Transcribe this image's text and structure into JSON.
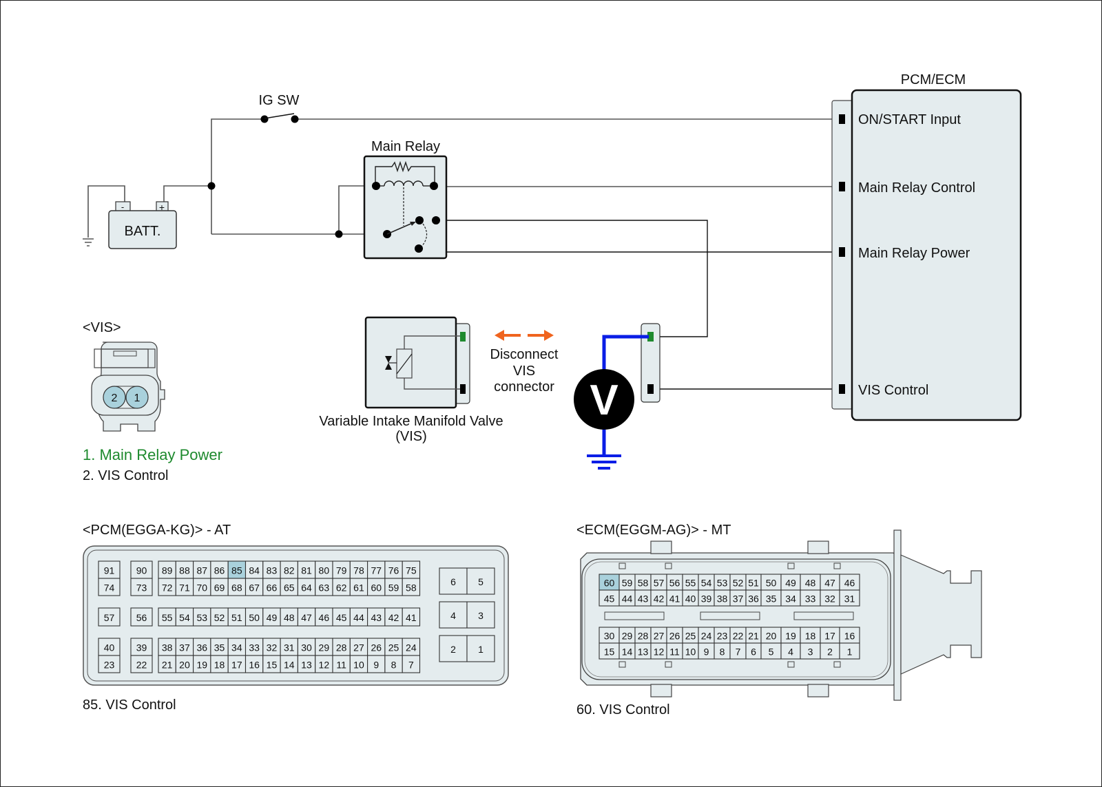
{
  "title": "VIS Circuit Diagram",
  "components": {
    "ig_switch": "IG SW",
    "battery": "BATT.",
    "battery_neg": "-",
    "battery_pos": "+",
    "main_relay": "Main Relay",
    "pcm_ecm": "PCM/ECM",
    "vis_valve_line1": "Variable Intake Manifold Valve",
    "vis_valve_line2": "(VIS)",
    "disconnect_line1": "Disconnect",
    "disconnect_line2": "VIS",
    "disconnect_line3": "connector",
    "voltmeter": "V"
  },
  "pcm_terminals": [
    "ON/START Input",
    "Main Relay Control",
    "Main Relay Power",
    "VIS Control"
  ],
  "vis_connector": {
    "title": "<VIS>",
    "pins": [
      "2",
      "1"
    ],
    "legend": [
      {
        "text": "1. Main Relay Power",
        "color": "#1e8a2e"
      },
      {
        "text": "2. VIS Control",
        "color": "#111111"
      }
    ]
  },
  "pcm_connector": {
    "title": "<PCM(EGGA-KG)> - AT",
    "highlight_pin": "85",
    "caption": "85. VIS Control",
    "singles_top": [
      [
        "91",
        "74"
      ],
      [
        "90",
        "73"
      ]
    ],
    "block_top": [
      [
        "89",
        "88",
        "87",
        "86",
        "85",
        "84",
        "83",
        "82",
        "81",
        "80",
        "79",
        "78",
        "77",
        "76",
        "75"
      ],
      [
        "72",
        "71",
        "70",
        "69",
        "68",
        "67",
        "66",
        "65",
        "64",
        "63",
        "62",
        "61",
        "60",
        "59",
        "58"
      ]
    ],
    "singles_mid": [
      "57",
      "56"
    ],
    "block_mid": [
      "55",
      "54",
      "53",
      "52",
      "51",
      "50",
      "49",
      "48",
      "47",
      "46",
      "45",
      "44",
      "43",
      "42",
      "41"
    ],
    "singles_bot": [
      [
        "40",
        "23"
      ],
      [
        "39",
        "22"
      ]
    ],
    "block_bot": [
      [
        "38",
        "37",
        "36",
        "35",
        "34",
        "33",
        "32",
        "31",
        "30",
        "29",
        "28",
        "27",
        "26",
        "25",
        "24"
      ],
      [
        "21",
        "20",
        "19",
        "18",
        "17",
        "16",
        "15",
        "14",
        "13",
        "12",
        "11",
        "10",
        "9",
        "8",
        "7"
      ]
    ],
    "power_pins": [
      [
        "6",
        "5"
      ],
      [
        "4",
        "3"
      ],
      [
        "2",
        "1"
      ]
    ]
  },
  "ecm_connector": {
    "title": "<ECM(EGGM-AG)> - MT",
    "highlight_pin": "60",
    "caption": "60. VIS Control",
    "top_rows": [
      [
        "60",
        "59",
        "58",
        "57",
        "56",
        "55",
        "54",
        "53",
        "52",
        "51",
        "50",
        "49",
        "48",
        "47",
        "46"
      ],
      [
        "45",
        "44",
        "43",
        "42",
        "41",
        "40",
        "39",
        "38",
        "37",
        "36",
        "35",
        "34",
        "33",
        "32",
        "31"
      ]
    ],
    "bottom_rows": [
      [
        "30",
        "29",
        "28",
        "27",
        "26",
        "25",
        "24",
        "23",
        "22",
        "21",
        "20",
        "19",
        "18",
        "17",
        "16"
      ],
      [
        "15",
        "14",
        "13",
        "12",
        "11",
        "10",
        "9",
        "8",
        "7",
        "6",
        "5",
        "4",
        "3",
        "2",
        "1"
      ]
    ]
  },
  "colors": {
    "component_fill": "#e4ecee",
    "pin_highlight": "#a9d1dc",
    "meter_lead": "#0a1ee6",
    "disconnect_arrow": "#f0641e",
    "pin_green": "#1e8a2e"
  }
}
